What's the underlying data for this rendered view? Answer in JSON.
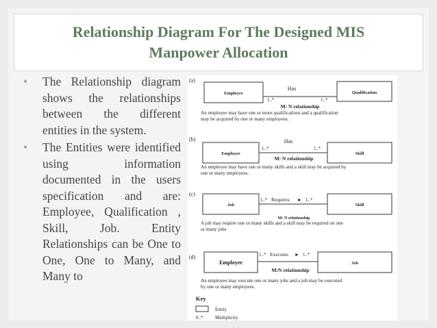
{
  "slide": {
    "title_line1": "Relationship  Diagram  For The Designed MIS",
    "title_line2": "Manpower Allocation",
    "bullets": [
      "The Relationship diagram shows the relationships between the different entities in the system.",
      "The Entities were identified using information documented in the users specification and are: Employee, Qualification , Skill, Job. Entity Relationships can be One to One, One to Many, and Many to"
    ]
  },
  "figure": {
    "panels": [
      {
        "label": "(a)",
        "left": "Employee",
        "right": "Qualification",
        "verb": "Has",
        "left_mult": "1..*",
        "right_mult": "1..*",
        "rel": "M: N relationship",
        "desc1": "An employee may have one or more qualifications and a qualification",
        "desc2": "may be acquired by one or many employees."
      },
      {
        "label": "(b)",
        "left": "Employee",
        "right": "Skill",
        "verb": "Has",
        "left_mult": "1..*",
        "right_mult": "1..*",
        "rel": "M: N relationship",
        "desc1": "An employee may have one or many skills and a skill may be acquired by",
        "desc2": "one or many employees."
      },
      {
        "label": "(c)",
        "left": "Job",
        "right": "Skill",
        "verb": "Requires",
        "left_mult": "1..*",
        "right_mult": "1..*",
        "rel": "M: N relationship",
        "desc1": "A job may require one or many skills and a skill may be required on one",
        "desc2": "or many jobs"
      },
      {
        "label": "(d)",
        "left": "Employee",
        "right": "Job",
        "verb": "Executes",
        "left_mult": "1..*",
        "right_mult": "1..*",
        "rel": "M:N relationship",
        "desc1": "An employee may execute one or many jobs and a job may be executed",
        "desc2": "by one or many employees."
      }
    ],
    "key": {
      "title": "Key",
      "entity": "Entity",
      "mult_symbol": "0..*",
      "mult_label": "Multiplicity"
    }
  }
}
